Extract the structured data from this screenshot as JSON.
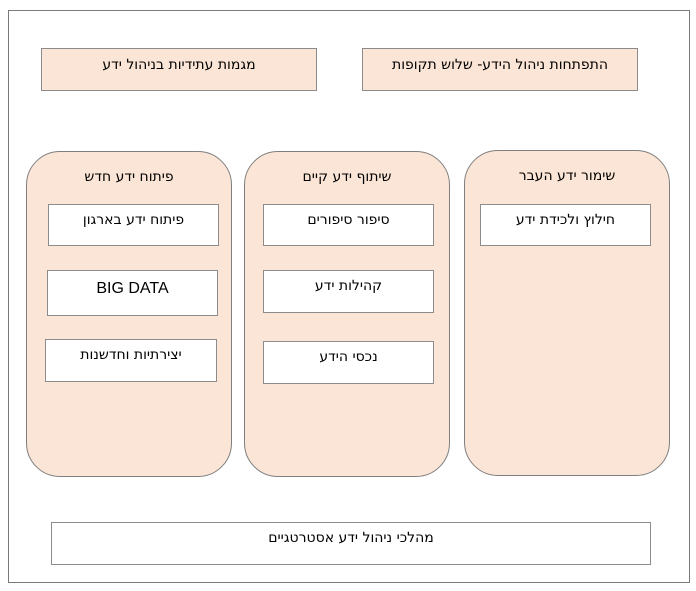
{
  "headers": {
    "future_trends": "מגמות עתידיות בניהול ידע",
    "evolution": "התפתחות ניהול הידע- שלוש תקופות"
  },
  "columns": [
    {
      "title": "פיתוח ידע חדש",
      "items": [
        "פיתוח ידע בארגון",
        "BIG DATA",
        "יצירתיות וחדשנות"
      ]
    },
    {
      "title": "שיתוף ידע קיים",
      "items": [
        "סיפור סיפורים",
        "קהילות ידע",
        "נכסי הידע"
      ]
    },
    {
      "title": "שימור ידע העבר",
      "items": [
        "חילוץ ולכידת ידע"
      ]
    }
  ],
  "footer": "מהלכי ניהול ידע אסטרטגיים",
  "colors": {
    "peach_fill": "#fbe5d6",
    "border": "#8c8c8c",
    "background": "#ffffff"
  }
}
